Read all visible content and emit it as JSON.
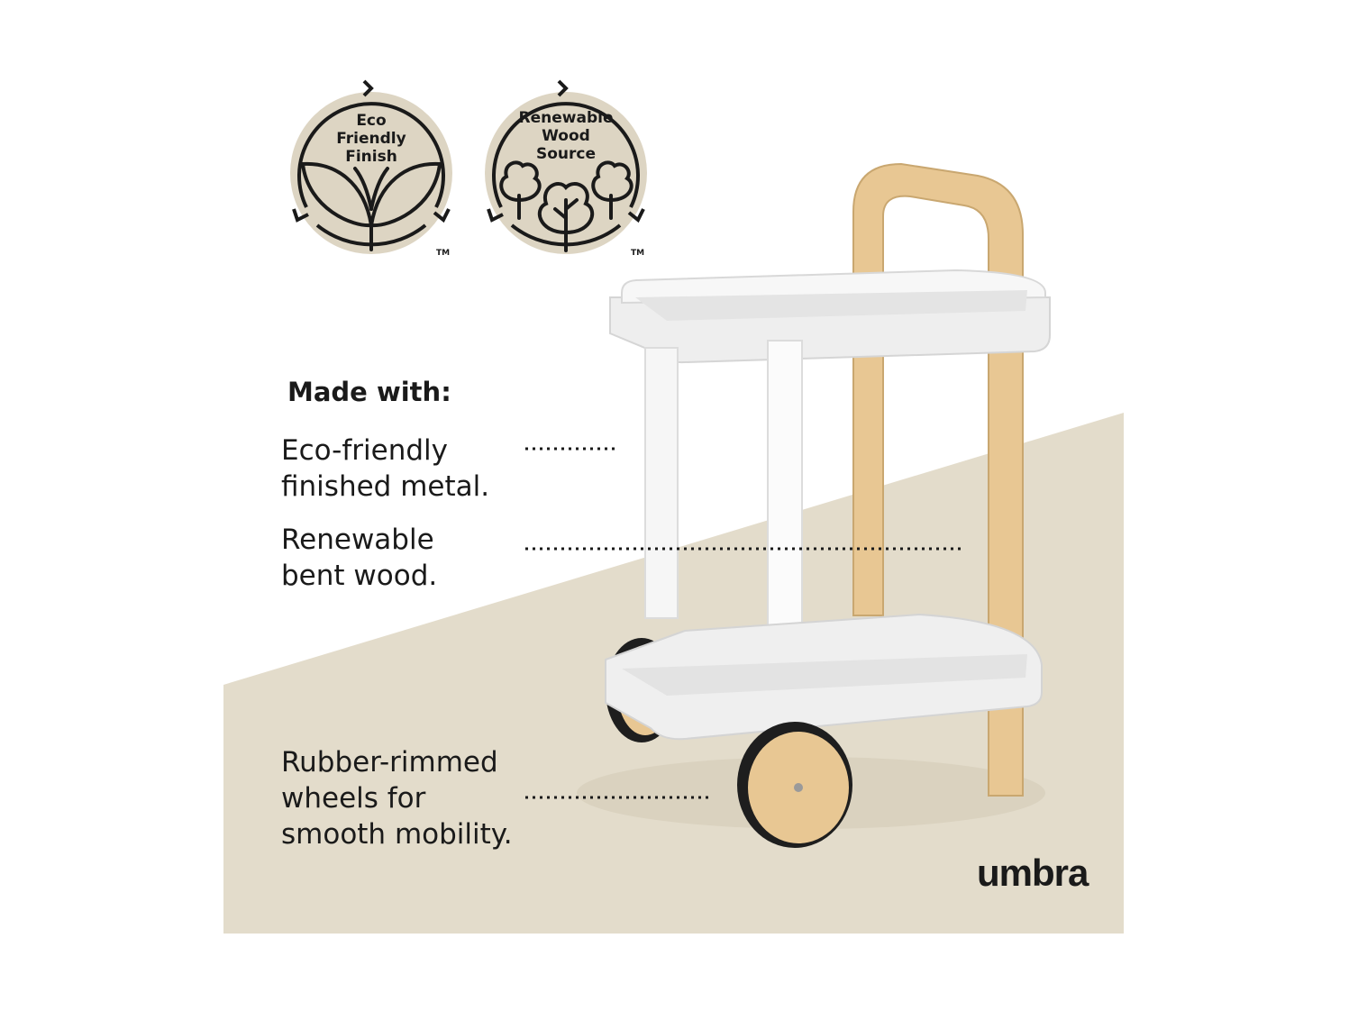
{
  "badges": [
    {
      "lines": [
        "Eco",
        "Friendly",
        "Finish"
      ],
      "tm": "TM",
      "icon": "leaf-icon"
    },
    {
      "lines": [
        "Renewable",
        "Wood",
        "Source"
      ],
      "tm": "TM",
      "icon": "trees-icon"
    }
  ],
  "heading": "Made with:",
  "features": [
    {
      "lines": [
        "Eco-friendly",
        "finished metal."
      ]
    },
    {
      "lines": [
        "Renewable",
        "bent wood."
      ]
    },
    {
      "lines": [
        "Rubber-rimmed",
        "wheels for",
        "smooth mobility."
      ]
    }
  ],
  "brand": "umbra",
  "colors": {
    "badge_fill": "#ddd5c3",
    "backdrop": "#e3dccb",
    "wood": "#e8c793",
    "metal": "#f4f4f4",
    "text": "#1a1a1a"
  }
}
